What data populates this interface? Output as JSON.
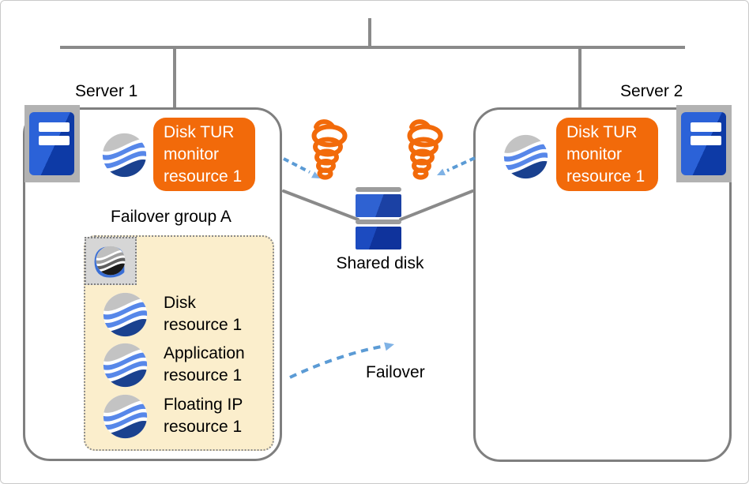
{
  "diagram": {
    "server1_label": "Server 1",
    "server2_label": "Server 2",
    "shared_disk_label": "Shared disk",
    "failover_arrow_label": "Failover",
    "failover_group_title": "Failover group A"
  },
  "server1": {
    "monitor_resource_label": "Disk TUR monitor resource 1"
  },
  "server2": {
    "monitor_resource_label": "Disk TUR monitor resource 1"
  },
  "failover_group": {
    "resources": [
      {
        "line1": "Disk",
        "line2": "resource 1"
      },
      {
        "line1": "Application",
        "line2": "resource 1"
      },
      {
        "line1": "Floating IP",
        "line2": "resource 1"
      }
    ]
  },
  "icons": {
    "server": "server-tower-icon",
    "cluster_resource": "wave-sphere-icon",
    "failover_group": "group-g-icon",
    "monitor_activity": "tornado-icon",
    "shared_disk": "disk-stack-icon",
    "network": "network-line"
  },
  "colors": {
    "monitor_box_orange": "#F26A0A",
    "line_gray": "#8A8A8A",
    "box_border_gray": "#7F7F7F",
    "dashed_arrow_blue": "#5B9BD5",
    "arrowhead_blue": "#7FB2E5",
    "group_fill_yellow": "#FBEECC",
    "sphere_blue": "#5787E9",
    "sphere_navy": "#1A418F",
    "sphere_gray": "#C3C3C3",
    "server_blue": "#2B62D8",
    "disk_blue": "#2F62D2"
  }
}
